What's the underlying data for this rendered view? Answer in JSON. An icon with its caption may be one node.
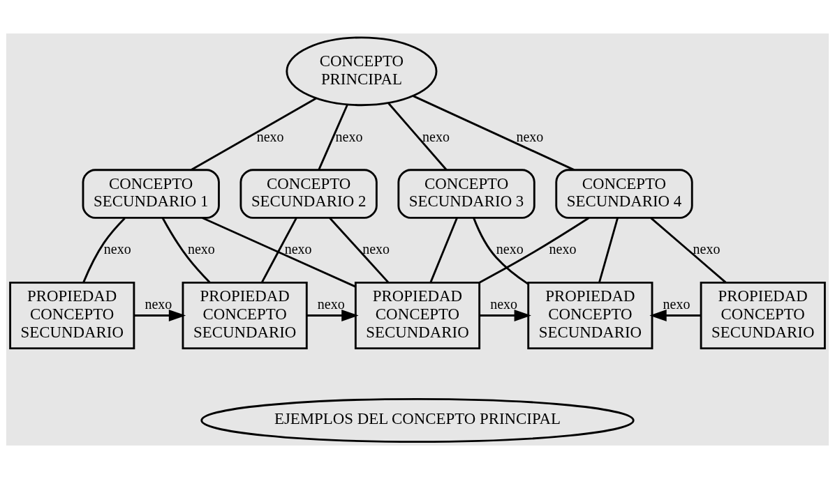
{
  "diagram": {
    "nodes": [
      {
        "text": [
          "CONCEPTO PRINCIPAL"
        ]
      },
      {
        "text": [
          "CONCEPTO SECUNDARIO 1"
        ]
      },
      {
        "text": [
          "CONCEPTO SECUNDARIO 2"
        ]
      },
      {
        "text": [
          "CONCEPTO SECUNDARIO 3"
        ]
      },
      {
        "text": [
          "CONCEPTO SECUNDARIO 4"
        ]
      },
      {
        "text": [
          "PROPIEDAD CONCEPTO SECUNDARIO"
        ]
      },
      {
        "text": [
          "PROPIEDAD CONCEPTO SECUNDARIO"
        ]
      },
      {
        "text": [
          "PROPIEDAD CONCEPTO SECUNDARIO"
        ]
      },
      {
        "text": [
          "PROPIEDAD CONCEPTO SECUNDARIO"
        ]
      },
      {
        "text": [
          "PROPIEDAD CONCEPTO SECUNDARIO"
        ]
      },
      {
        "text": [
          "EJEMPLOS DEL CONCEPTO PRINCIPAL"
        ]
      }
    ],
    "edges": [
      {
        "from": 0,
        "to": 1,
        "arrow": "none",
        "label": "nexo"
      },
      {
        "from": 0,
        "to": 2,
        "arrow": "none",
        "label": "nexo"
      },
      {
        "from": 0,
        "to": 3,
        "arrow": "none",
        "label": "nexo"
      },
      {
        "from": 0,
        "to": 4,
        "arrow": "none",
        "label": "nexo"
      },
      {
        "from": 1,
        "to": 5,
        "arrow": "none",
        "label": "nexo"
      },
      {
        "from": 1,
        "to": 6,
        "arrow": "none",
        "label": "nexo"
      },
      {
        "from": 1,
        "to": 7,
        "arrow": "none",
        "label": "nexo"
      },
      {
        "from": 2,
        "to": 6,
        "arrow": "none"
      },
      {
        "from": 2,
        "to": 7,
        "arrow": "none",
        "label": "nexo"
      },
      {
        "from": 3,
        "to": 7,
        "arrow": "none"
      },
      {
        "from": 3,
        "to": 8,
        "arrow": "none",
        "label": "nexo"
      },
      {
        "from": 4,
        "to": 7,
        "arrow": "none",
        "label": "nexo"
      },
      {
        "from": 4,
        "to": 8,
        "arrow": "none"
      },
      {
        "from": 4,
        "to": 9,
        "arrow": "none",
        "label": "nexo"
      },
      {
        "from": 5,
        "to": 6,
        "arrow": "to",
        "label": "nexo"
      },
      {
        "from": 6,
        "to": 7,
        "arrow": "to",
        "label": "nexo"
      },
      {
        "from": 7,
        "to": 8,
        "arrow": "to",
        "label": "nexo"
      },
      {
        "from": 9,
        "to": 8,
        "arrow": "to",
        "label": "nexo"
      }
    ]
  }
}
